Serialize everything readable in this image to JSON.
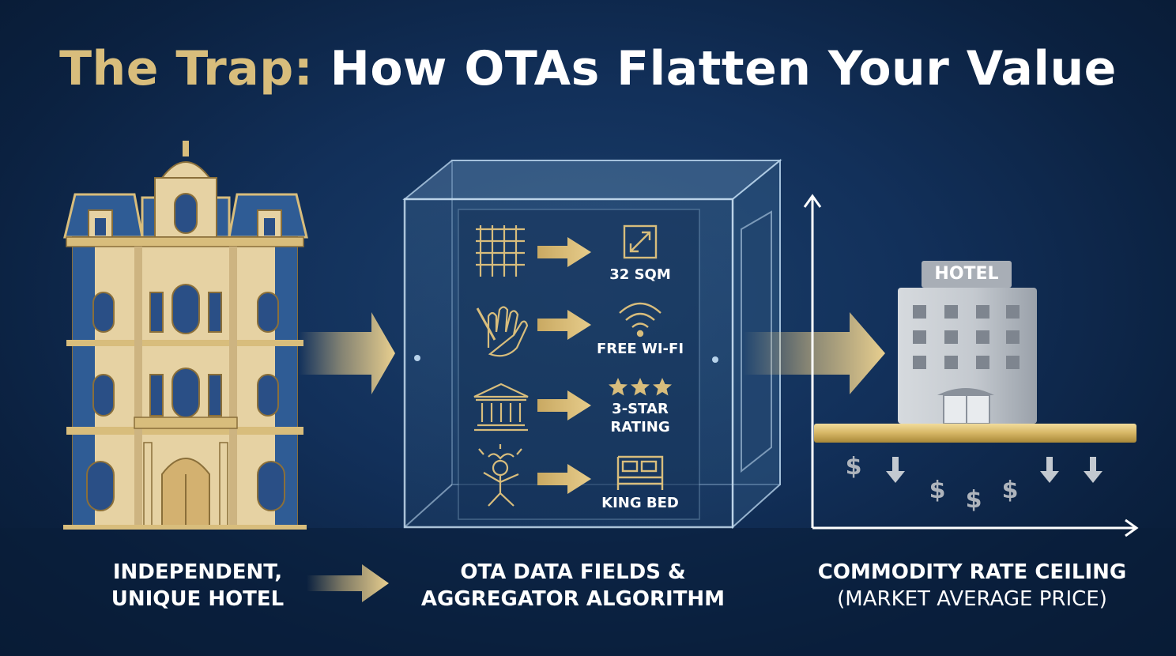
{
  "title": {
    "highlight": "The Trap:",
    "rest": "How OTAs Flatten Your Value"
  },
  "stages": {
    "left": {
      "line1": "INDEPENDENT,",
      "line2": "UNIQUE HOTEL"
    },
    "middle": {
      "line1": "OTA DATA FIELDS &",
      "line2": "AGGREGATOR ALGORITHM"
    },
    "right": {
      "line1": "COMMODITY RATE CEILING",
      "line2": "(MARKET AVERAGE PRICE)"
    }
  },
  "data_fields": [
    {
      "icon": "expand-arrows-icon",
      "line1": "32 SQM",
      "line2": ""
    },
    {
      "icon": "wifi-icon",
      "line1": "FREE WI-FI",
      "line2": ""
    },
    {
      "icon": "three-stars-icon",
      "line1": "3-STAR",
      "line2": "RATING"
    },
    {
      "icon": "bed-icon",
      "line1": "KING BED",
      "line2": ""
    }
  ],
  "unique_features": [
    "pattern-icon",
    "artisan-hand-icon",
    "heritage-building-icon",
    "relaxed-guest-icon"
  ],
  "commodity_hotel": {
    "sign": "HOTEL"
  },
  "price_symbol": "$",
  "colors": {
    "gold": "#d8bd7c",
    "navy": "#0c2342",
    "white": "#ffffff",
    "gray": "#a8aeb6"
  }
}
